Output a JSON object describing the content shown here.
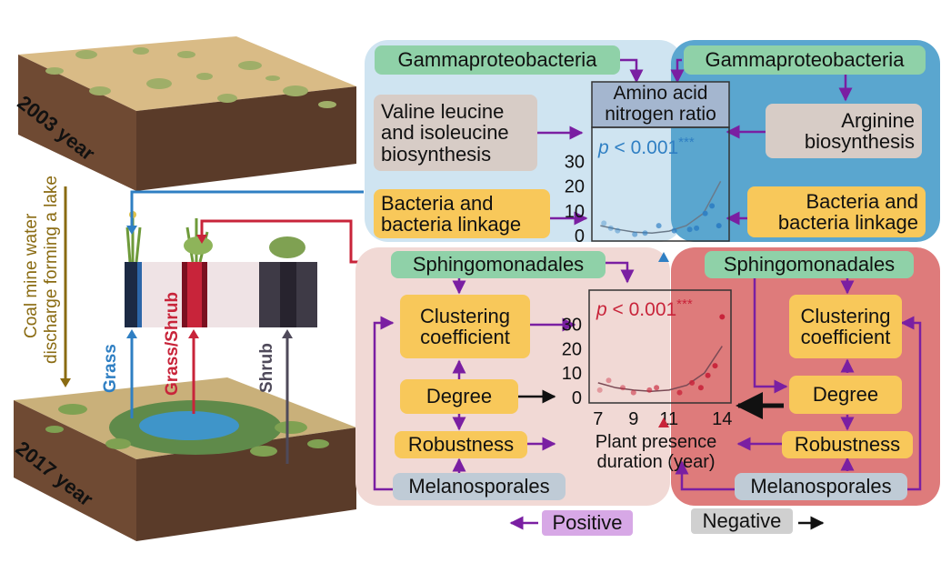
{
  "landscape": {
    "top_year": "2003 year",
    "bottom_year": "2017 year",
    "side_caption_line1": "Coal mine  water",
    "side_caption_line2": "discharge forming a lake",
    "grass_label": "Grass",
    "grass_shrub_label": "Grass/Shrub",
    "shrub_label": "Shrub"
  },
  "top_left_panel": {
    "source_taxon": "Gammaproteobacteria",
    "pathway": "Valine leucine and isoleucine biosynthesis",
    "network": "Bacteria and bacteria linkage"
  },
  "top_right_panel": {
    "source_taxon": "Gammaproteobacteria",
    "pathway": "Arginine biosynthesis",
    "network": "Bacteria and bacteria linkage"
  },
  "bottom_left_panel": {
    "taxon_top": "Sphingomonadales",
    "clustering": "Clustering coefficient",
    "degree": "Degree",
    "robustness": "Robustness",
    "taxon_bottom": "Melanosporales"
  },
  "bottom_right_panel": {
    "taxon_top": "Sphingomonadales",
    "clustering": "Clustering coefficient",
    "degree": "Degree",
    "robustness": "Robustness",
    "taxon_bottom": "Melanosporales"
  },
  "legend": {
    "positive": "Positive",
    "negative": "Negative"
  },
  "colors": {
    "light_blue_panel": "#cfe4f1",
    "dark_blue_panel": "#5aa6cf",
    "light_pink_panel": "#f1d9d5",
    "red_panel": "#de7b7b",
    "blue_series": "#2f7fc3",
    "red_series": "#c8243a",
    "purple_arrow": "#7a1fa2"
  },
  "chart_data": [
    {
      "type": "scatter",
      "title": "Amino acid nitrogen ratio",
      "annotation_p": "p",
      "annotation_rest": " < 0.001",
      "annotation_stars": "***",
      "ylim": [
        0,
        35
      ],
      "y_ticks": [
        "0",
        "10",
        "20",
        "30"
      ],
      "xlim": [
        6.5,
        14.5
      ],
      "points": [
        [
          7.2,
          5
        ],
        [
          7.6,
          3
        ],
        [
          8,
          2
        ],
        [
          9,
          0.5
        ],
        [
          9.6,
          1
        ],
        [
          10.4,
          4
        ],
        [
          11.3,
          2
        ],
        [
          12.2,
          2.5
        ],
        [
          12.6,
          3
        ],
        [
          13.1,
          9
        ],
        [
          13.5,
          12
        ],
        [
          13.9,
          4
        ]
      ],
      "fit": [
        [
          7,
          4
        ],
        [
          8,
          2.5
        ],
        [
          9,
          1.4
        ],
        [
          10,
          1
        ],
        [
          11,
          1.8
        ],
        [
          12,
          4
        ],
        [
          13,
          9
        ],
        [
          14,
          22
        ]
      ]
    },
    {
      "type": "scatter",
      "annotation_p": "p",
      "annotation_rest": " < 0.001",
      "annotation_stars": "***",
      "ylim": [
        0,
        35
      ],
      "y_ticks": [
        "0",
        "10",
        "20",
        "30"
      ],
      "x_ticks": [
        "7",
        "9",
        "11",
        "14"
      ],
      "xlim": [
        6.5,
        14.5
      ],
      "xlabel": "Plant  presence duration (year)",
      "points": [
        [
          7.1,
          3
        ],
        [
          7.6,
          7
        ],
        [
          8.4,
          4
        ],
        [
          9,
          2
        ],
        [
          9.9,
          3
        ],
        [
          10.3,
          4
        ],
        [
          11.6,
          2
        ],
        [
          12.3,
          6
        ],
        [
          12.8,
          4
        ],
        [
          13.2,
          9
        ],
        [
          13.6,
          13
        ],
        [
          14,
          33
        ]
      ],
      "fit": [
        [
          7,
          6
        ],
        [
          8,
          4
        ],
        [
          9,
          3
        ],
        [
          10,
          2.5
        ],
        [
          11,
          3
        ],
        [
          12,
          5
        ],
        [
          13,
          10
        ],
        [
          14,
          21
        ]
      ]
    }
  ]
}
